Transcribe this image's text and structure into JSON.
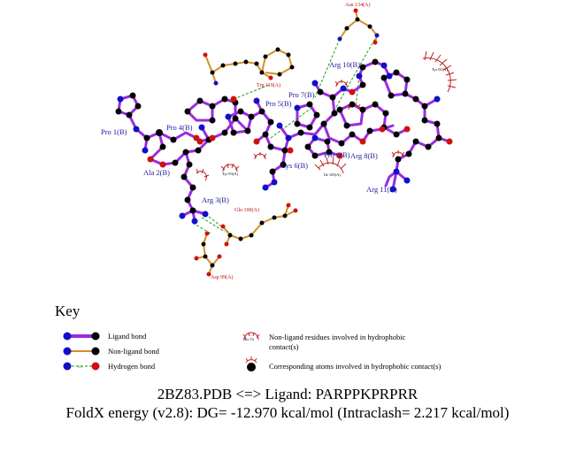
{
  "ligand_residues": [
    "Pro 1(B)",
    "Ala 2(B)",
    "Arg 3(B)",
    "Pro 4(B)",
    "Pro 5(B)",
    "Lys 6(B)",
    "Pro 7(B)",
    "Arg 8(B)",
    "Pro 9(B)",
    "Arg 10(B)",
    "Arg 11(B)"
  ],
  "interacting_residues": [
    "Asn 134(A)",
    "Trp 119(A)",
    "Glu 100(A)",
    "Asp 99(A)"
  ],
  "hydrophobic_residues": [
    "Tyr 91(A)",
    "Tyr 93(A)",
    "Ile 105(A)"
  ],
  "key": {
    "title": "Key",
    "ligand_bond": "Ligand bond",
    "nonligand_bond": "Non-ligand bond",
    "hydrogen_bond": "Hydrogen bond",
    "hbond_distance": "3.0",
    "hydrophobic_example": "His 53",
    "hydrophobic_line1": "Non-ligand residues involved in hydrophobic",
    "hydrophobic_line2": "contact(s)",
    "corresponding_atoms": "Corresponding atoms involved in hydrophobic contact(s)"
  },
  "caption": {
    "line1": "2BZ83.PDB <=> Ligand: PARPPKPRPRR",
    "line2": "FoldX energy (v2.8): DG= -12.970 kcal/mol (Intraclash= 2.217 kcal/mol)"
  },
  "colors": {
    "ligand_bond": "#9a2be0",
    "nonligand_bond": "#d4902a",
    "hydrogen_bond": "#1a9a1a",
    "hydrophobic_arc": "#c02020",
    "carbon": "#000000",
    "nitrogen": "#1010c8",
    "oxygen": "#d01010"
  }
}
